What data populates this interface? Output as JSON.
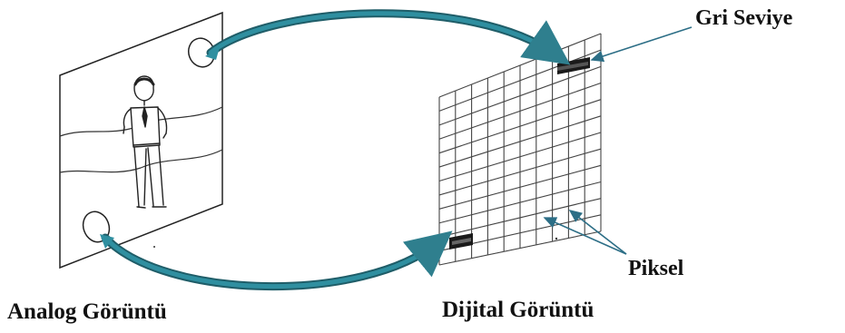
{
  "labels": {
    "gray_level": "Gri Seviye",
    "pixel": "Piksel",
    "analog_image": "Analog Görüntü",
    "digital_image": "Dijital Görüntü"
  },
  "colors": {
    "arrow_teal": "#2f7f8e",
    "arrow_dark": "#1f5d68",
    "line": "#333333",
    "grid": "#444444"
  },
  "icons": {
    "person": "person-icon"
  }
}
